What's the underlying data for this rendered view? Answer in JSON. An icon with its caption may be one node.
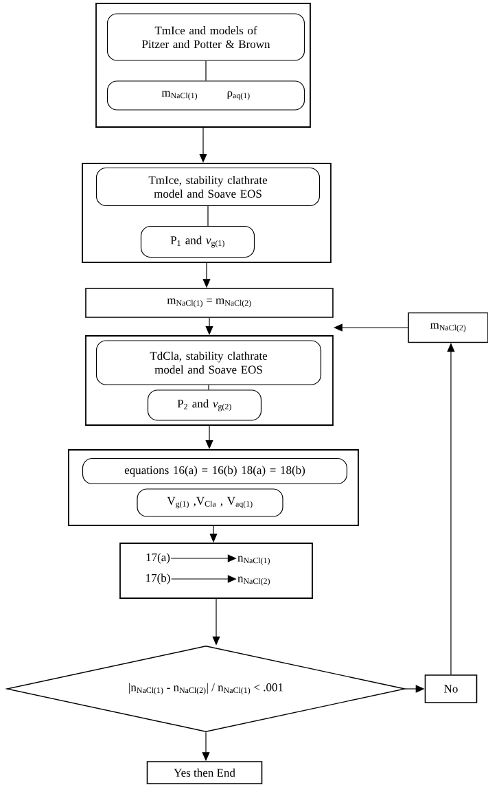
{
  "diagram": {
    "nodes": [
      {
        "text": [],
        "shape": "box"
      },
      {
        "text": [
          "TmIce and models of Pitzer and Potter & Brown"
        ],
        "in": 0
      },
      {
        "text": [
          "m$_{NaCl(1)}$",
          "ρ$_{aq(1)}$"
        ],
        "in": 0
      },
      {
        "text": [],
        "shape": "box"
      },
      {
        "text": [
          "TmIce, stability clathrate model and Soave EOS"
        ],
        "in": 3
      },
      {
        "text": [
          "P$_{1}$ and *v*$_{g(1)}$"
        ],
        "in": 3
      },
      {
        "text": [
          "m$_{NaCl(1)}$ = m$_{NaCl(2)}$"
        ]
      },
      {
        "text": [],
        "shape": "box"
      },
      {
        "text": [
          "TdCla, stability clathrate model and Soave EOS"
        ],
        "in": 7
      },
      {
        "text": [
          "P$_{2}$ and *v*$_{g(2)}$"
        ],
        "in": 7
      },
      {
        "text": [],
        "shape": "box"
      },
      {
        "text": [
          "equations 16(a) = 16(b) 18(a) = 18(b)"
        ],
        "in": 10
      },
      {
        "text": [
          "V$_{g(1)}$ ,V$_{Cla}$ , V$_{aq(1)}$"
        ],
        "in": 10
      },
      {
        "text": [],
        "shape": "box"
      },
      {
        "text": [
          "17(a)"
        ],
        "in": 13
      },
      {
        "text": [
          "n$_{NaCl(1)}$"
        ],
        "in": 13
      },
      {
        "text": [
          "17(b)"
        ],
        "in": 13
      },
      {
        "text": [
          "n$_{NaCl(2)}$"
        ],
        "in": 13
      },
      {
        "text": [
          "|n$_{NaCl(1)}$ - n$_{NaCl(2)}$| / n$_{NaCl(1)}$ < .001"
        ]
      },
      {
        "text": [
          "No"
        ]
      },
      {
        "text": [
          "m$_{NaCl(2)}$"
        ]
      },
      {
        "text": [
          "Yes then End"
        ]
      }
    ],
    "edges": [
      {
        "from": 0,
        "to": 3,
        "arrow": "to"
      },
      {
        "from": 1,
        "to": 2,
        "arrow": "none"
      },
      {
        "from": 3,
        "to": 6,
        "arrow": "to"
      },
      {
        "from": 4,
        "to": 5,
        "arrow": "none"
      },
      {
        "from": 6,
        "to": 7,
        "arrow": "to"
      },
      {
        "from": 20,
        "to": 7,
        "arrow": "to"
      },
      {
        "from": 8,
        "to": 9,
        "arrow": "none"
      },
      {
        "from": 7,
        "to": 10,
        "arrow": "to"
      },
      {
        "from": 10,
        "to": 13,
        "arrow": "to"
      },
      {
        "from": 14,
        "to": 15,
        "arrow": "to"
      },
      {
        "from": 16,
        "to": 17,
        "arrow": "to"
      },
      {
        "from": 13,
        "to": 18,
        "arrow": "to"
      },
      {
        "from": 18,
        "to": 19,
        "arrow": "to"
      },
      {
        "from": 19,
        "to": 20,
        "arrow": "to"
      },
      {
        "from": 18,
        "to": 21,
        "arrow": "to"
      }
    ]
  }
}
